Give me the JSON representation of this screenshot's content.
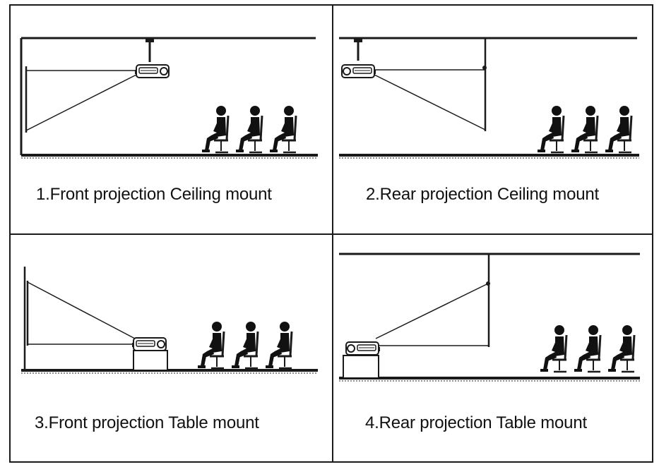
{
  "panels": [
    {
      "caption": "1.Front projection Ceiling mount",
      "mount": "ceiling",
      "projection": "front"
    },
    {
      "caption": "2.Rear projection Ceiling mount",
      "mount": "ceiling",
      "projection": "rear"
    },
    {
      "caption": "3.Front projection Table mount",
      "mount": "table",
      "projection": "front"
    },
    {
      "caption": "4.Rear projection Table mount",
      "mount": "table",
      "projection": "rear"
    }
  ],
  "colors": {
    "line": "#1a1a1a",
    "figure": "#111111"
  }
}
